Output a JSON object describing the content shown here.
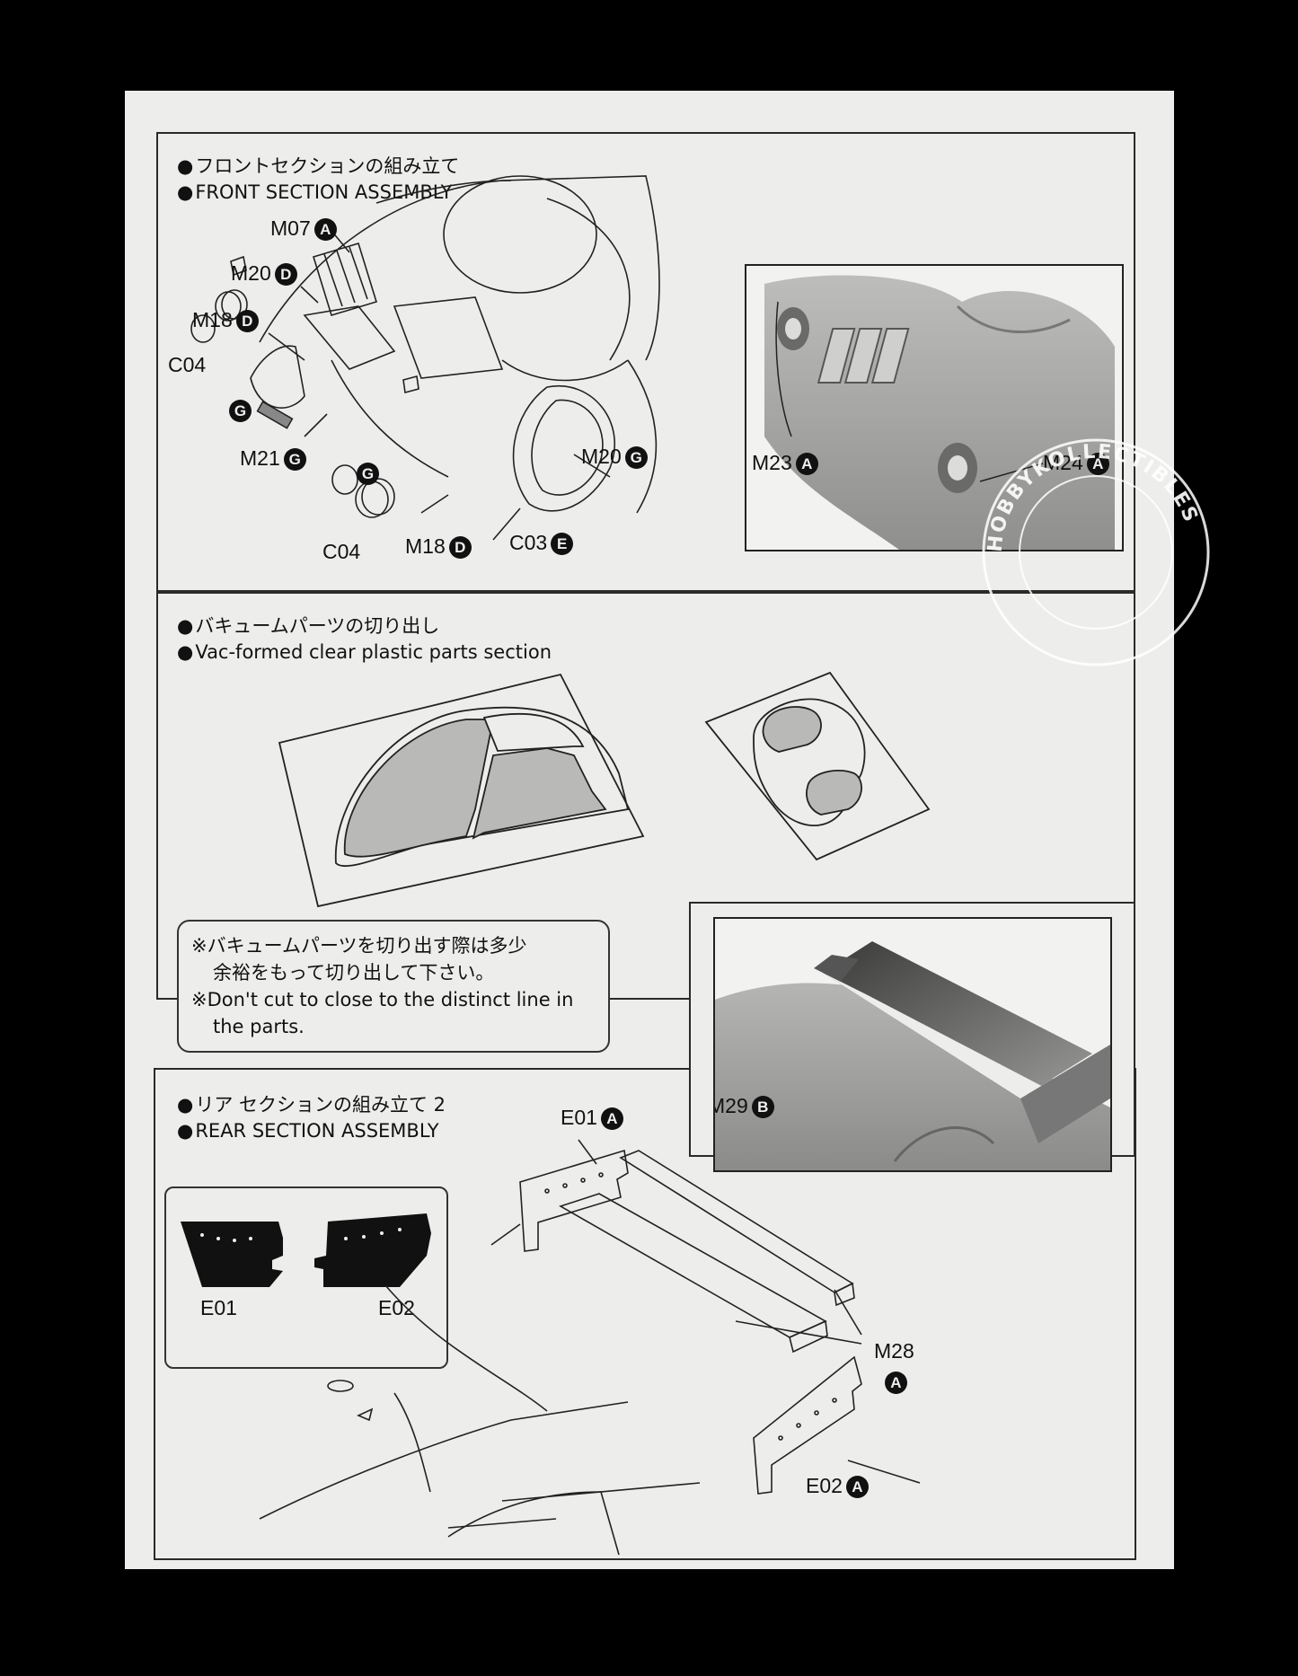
{
  "sections": {
    "front": {
      "title_jp": "フロントセクションの組み立て",
      "title_en": "FRONT SECTION ASSEMBLY",
      "callouts": [
        {
          "part": "M07",
          "sheet": "A"
        },
        {
          "part": "M20",
          "sheet": "D"
        },
        {
          "part": "M18",
          "sheet": "D"
        },
        {
          "part": "C04",
          "sheet": ""
        },
        {
          "part": "",
          "sheet": "G"
        },
        {
          "part": "M21",
          "sheet": "G"
        },
        {
          "part": "",
          "sheet": "G"
        },
        {
          "part": "M20",
          "sheet": "G"
        },
        {
          "part": "C04",
          "sheet": ""
        },
        {
          "part": "M18",
          "sheet": "D"
        },
        {
          "part": "C03",
          "sheet": "E"
        }
      ],
      "photo_callouts": [
        {
          "part": "M23",
          "sheet": "A"
        },
        {
          "part": "M24",
          "sheet": "A"
        }
      ]
    },
    "vac": {
      "title_jp": "バキュームパーツの切り出し",
      "title_en": "Vac-formed clear plastic parts section",
      "note": {
        "line1": "※バキュームパーツを切り出す際は多少",
        "line2": "余裕をもって切り出して下さい。",
        "line3": "※Don't cut to close to the distinct line in",
        "line4": "the parts."
      }
    },
    "rear": {
      "title_jp": "リア セクションの組み立て 2",
      "title_en": "REAR SECTION ASSEMBLY",
      "inset_labels": [
        "E01",
        "E02"
      ],
      "callouts": [
        {
          "part": "E01",
          "sheet": "A"
        },
        {
          "part": "M29",
          "sheet": "B"
        },
        {
          "part": "M28",
          "sheet": "A"
        },
        {
          "part": "E02",
          "sheet": "A"
        }
      ]
    }
  },
  "watermark": {
    "text": "HOBBYKOLLECTIBLES",
    "icon": "hobbykollectibles-stamp"
  }
}
